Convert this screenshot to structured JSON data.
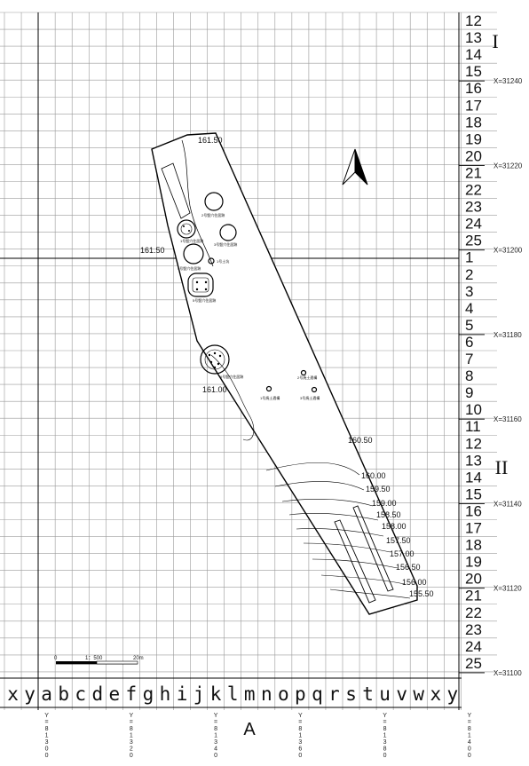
{
  "map": {
    "row_labels": [
      "12",
      "13",
      "14",
      "15",
      "16",
      "17",
      "18",
      "19",
      "20",
      "21",
      "22",
      "23",
      "24",
      "25",
      "1",
      "2",
      "3",
      "4",
      "5",
      "6",
      "7",
      "8",
      "9",
      "10",
      "11",
      "12",
      "13",
      "14",
      "15",
      "16",
      "17",
      "18",
      "19",
      "20",
      "21",
      "22",
      "23",
      "24",
      "25"
    ],
    "column_labels": [
      "x",
      "y",
      "a",
      "b",
      "c",
      "d",
      "e",
      "f",
      "g",
      "h",
      "i",
      "j",
      "k",
      "l",
      "m",
      "n",
      "o",
      "p",
      "q",
      "r",
      "s",
      "t",
      "u",
      "v",
      "w",
      "x",
      "y"
    ],
    "x_coordinates": [
      {
        "label": "X=31240",
        "row": 4
      },
      {
        "label": "X=31220",
        "row": 9
      },
      {
        "label": "X=31200",
        "row": 14
      },
      {
        "label": "X=31180",
        "row": 19
      },
      {
        "label": "X=31160",
        "row": 24
      },
      {
        "label": "X=31140",
        "row": 29
      },
      {
        "label": "X=31120",
        "row": 34
      },
      {
        "label": "X=31100",
        "row": 39
      }
    ],
    "y_coordinates": [
      {
        "label": "Y=81300",
        "col": 1
      },
      {
        "label": "Y=81320",
        "col": 6
      },
      {
        "label": "Y=81340",
        "col": 11
      },
      {
        "label": "Y=81360",
        "col": 16
      },
      {
        "label": "Y=81380",
        "col": 21
      },
      {
        "label": "Y=81400",
        "col": 26
      }
    ],
    "sections": {
      "upper": "I",
      "lower": "II",
      "bottom": "A"
    },
    "contours": [
      "161.50",
      "161.50",
      "161.00",
      "160.50",
      "160.00",
      "159.50",
      "159.00",
      "158.50",
      "158.00",
      "157.50",
      "157.00",
      "156.50",
      "156.00",
      "155.50"
    ],
    "features": [
      "1号竪穴住居跡",
      "2号竪穴住居跡",
      "3号竪穴住居跡",
      "4号竪穴住居跡",
      "5号竪穴住居跡",
      "6号竪穴住居跡",
      "1号土坑",
      "1号焼土遺構",
      "2号焼土遺構",
      "3号焼土遺構"
    ],
    "scale": {
      "start": "0",
      "mid": "1：500",
      "end": "20m"
    }
  }
}
